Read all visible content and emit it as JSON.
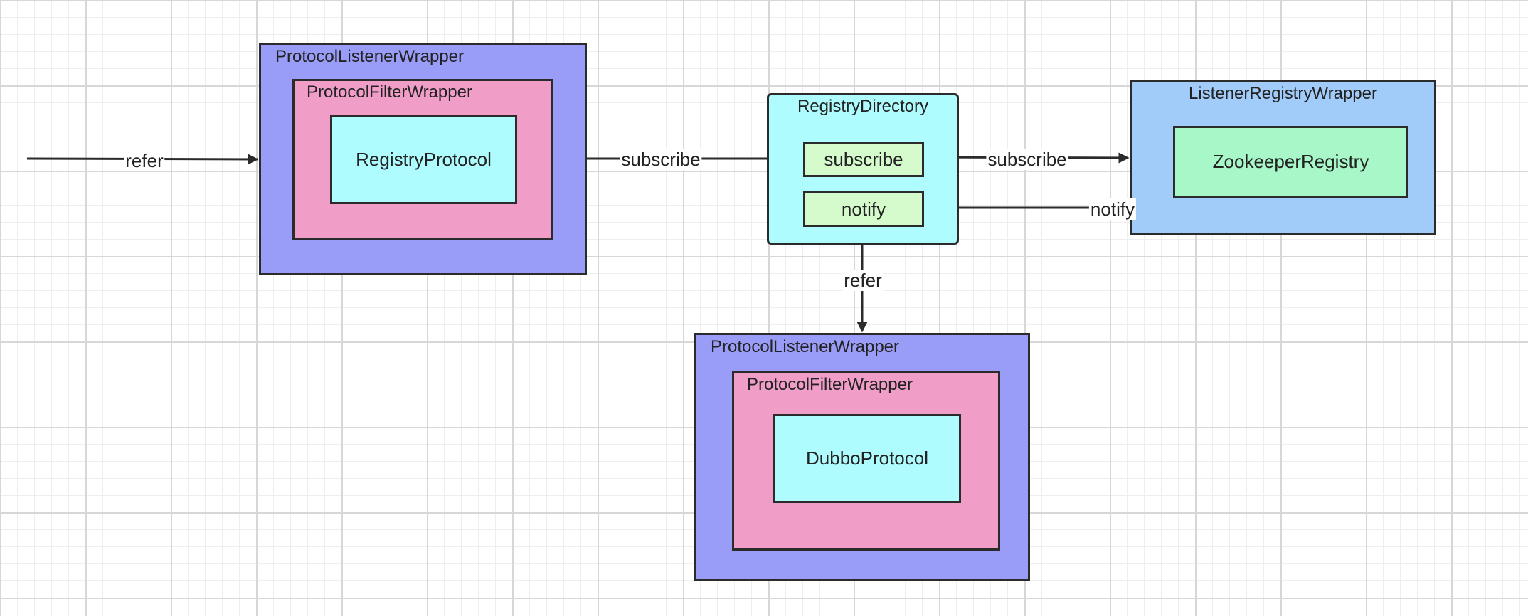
{
  "diagram": {
    "consumer_stack": {
      "outer_title": "ProtocolListenerWrapper",
      "mid_title": "ProtocolFilterWrapper",
      "inner_label": "RegistryProtocol"
    },
    "registry_directory": {
      "title": "RegistryDirectory",
      "subscribe_label": "subscribe",
      "notify_label": "notify"
    },
    "listener_registry": {
      "title": "ListenerRegistryWrapper",
      "inner_label": "ZookeeperRegistry"
    },
    "provider_stack": {
      "outer_title": "ProtocolListenerWrapper",
      "mid_title": "ProtocolFilterWrapper",
      "inner_label": "DubboProtocol"
    },
    "edges": {
      "refer_in": "refer",
      "subscribe_to_directory": "subscribe",
      "subscribe_to_registry": "subscribe",
      "notify_back": "notify",
      "refer_down": "refer"
    }
  }
}
